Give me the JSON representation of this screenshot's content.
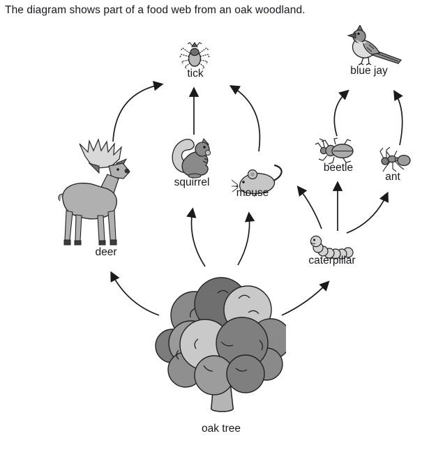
{
  "title": "The diagram shows part of a food web from an oak woodland.",
  "diagram": {
    "type": "food-web",
    "nodes": [
      {
        "id": "tick",
        "label": "tick"
      },
      {
        "id": "blue-jay",
        "label": "blue jay"
      },
      {
        "id": "deer",
        "label": "deer"
      },
      {
        "id": "squirrel",
        "label": "squirrel"
      },
      {
        "id": "mouse",
        "label": "mouse"
      },
      {
        "id": "beetle",
        "label": "beetle"
      },
      {
        "id": "ant",
        "label": "ant"
      },
      {
        "id": "caterpillar",
        "label": "caterpillar"
      },
      {
        "id": "oak-tree",
        "label": "oak tree"
      }
    ],
    "edges": [
      {
        "from": "oak tree",
        "to": "deer"
      },
      {
        "from": "oak tree",
        "to": "squirrel"
      },
      {
        "from": "oak tree",
        "to": "mouse"
      },
      {
        "from": "oak tree",
        "to": "caterpillar"
      },
      {
        "from": "caterpillar",
        "to": "mouse"
      },
      {
        "from": "caterpillar",
        "to": "beetle"
      },
      {
        "from": "caterpillar",
        "to": "ant"
      },
      {
        "from": "beetle",
        "to": "blue jay"
      },
      {
        "from": "ant",
        "to": "blue jay"
      },
      {
        "from": "deer",
        "to": "tick"
      },
      {
        "from": "squirrel",
        "to": "tick"
      },
      {
        "from": "mouse",
        "to": "tick"
      }
    ]
  },
  "colors": {
    "background": "#ffffff",
    "text": "#16161f",
    "line": "#1a1a1a",
    "gray_dark": "#7c7c7c",
    "gray_mid": "#9c9c9c",
    "gray_light": "#c9c9c9"
  }
}
